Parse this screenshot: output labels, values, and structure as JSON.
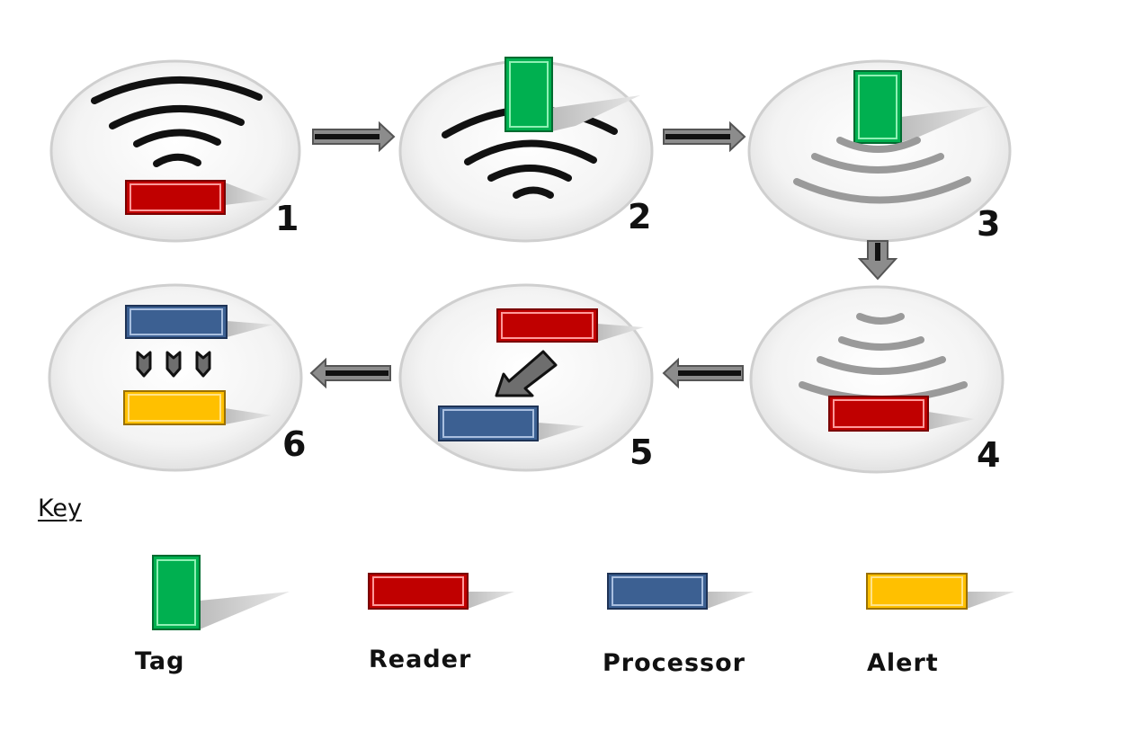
{
  "steps": [
    {
      "number": "1"
    },
    {
      "number": "2"
    },
    {
      "number": "3"
    },
    {
      "number": "4"
    },
    {
      "number": "5"
    },
    {
      "number": "6"
    }
  ],
  "key": {
    "title": "Key",
    "items": [
      {
        "label": "Tag",
        "color": "#00b050"
      },
      {
        "label": "Reader",
        "color": "#c00000"
      },
      {
        "label": "Processor",
        "color": "#3c6092"
      },
      {
        "label": "Alert",
        "color": "#ffc000"
      }
    ]
  },
  "colors": {
    "tag": "#00b050",
    "reader": "#c00000",
    "processor": "#3c6092",
    "alert": "#ffc000",
    "circle_fill": "#eeeeee",
    "circle_stroke": "#d0d0d0",
    "strong_wave": "#111111",
    "weak_wave": "#9a9a9a",
    "arrow": "#7f7f7f"
  }
}
